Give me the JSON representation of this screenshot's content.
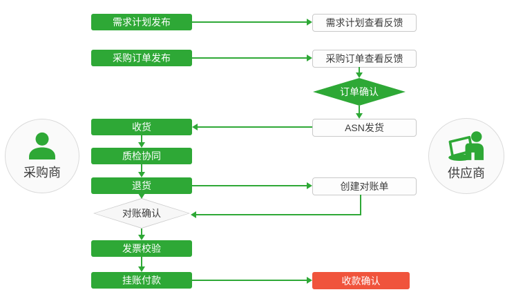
{
  "diagram": {
    "background": "#ffffff",
    "type": "flowchart",
    "colors": {
      "process_green": "#2EA836",
      "confirm_red": "#F0543C",
      "box_border_gray": "#C9C9C9",
      "box_text": "#3C3C3C",
      "gray_diamond_fill": "#F7F7F7",
      "gray_diamond_border": "#CCCCCC",
      "circle_fill": "#FAFAFA",
      "circle_border": "#DADADA"
    }
  },
  "actors": {
    "buyer": {
      "label": "采购商",
      "icon": "person-icon"
    },
    "supplier": {
      "label": "供应商",
      "icon": "person-laptop-icon"
    }
  },
  "nodes": {
    "demand_plan_publish": "需求计划发布",
    "demand_plan_feedback": "需求计划查看反馈",
    "purchase_order_publish": "采购订单发布",
    "purchase_order_feedback": "采购订单查看反馈",
    "order_confirm": "订单确认",
    "asn_shipping": "ASN发货",
    "receiving": "收货",
    "quality_inspection": "质检协同",
    "returns": "退货",
    "create_statement": "创建对账单",
    "reconciliation_confirm": "对账确认",
    "invoice_verification": "发票校验",
    "book_payment": "挂账付款",
    "payment_receipt_confirm": "收款确认"
  },
  "edges": [
    {
      "from": "需求计划发布",
      "to": "需求计划查看反馈"
    },
    {
      "from": "采购订单发布",
      "to": "采购订单查看反馈"
    },
    {
      "from": "采购订单查看反馈",
      "to": "订单确认"
    },
    {
      "from": "订单确认",
      "to": "ASN发货"
    },
    {
      "from": "ASN发货",
      "to": "收货"
    },
    {
      "from": "收货",
      "to": "质检协同"
    },
    {
      "from": "质检协同",
      "to": "退货"
    },
    {
      "from": "退货",
      "to": "创建对账单"
    },
    {
      "from": "退货",
      "to": "对账确认"
    },
    {
      "from": "创建对账单",
      "to": "对账确认"
    },
    {
      "from": "对账确认",
      "to": "发票校验"
    },
    {
      "from": "发票校验",
      "to": "挂账付款"
    },
    {
      "from": "挂账付款",
      "to": "收款确认"
    }
  ]
}
